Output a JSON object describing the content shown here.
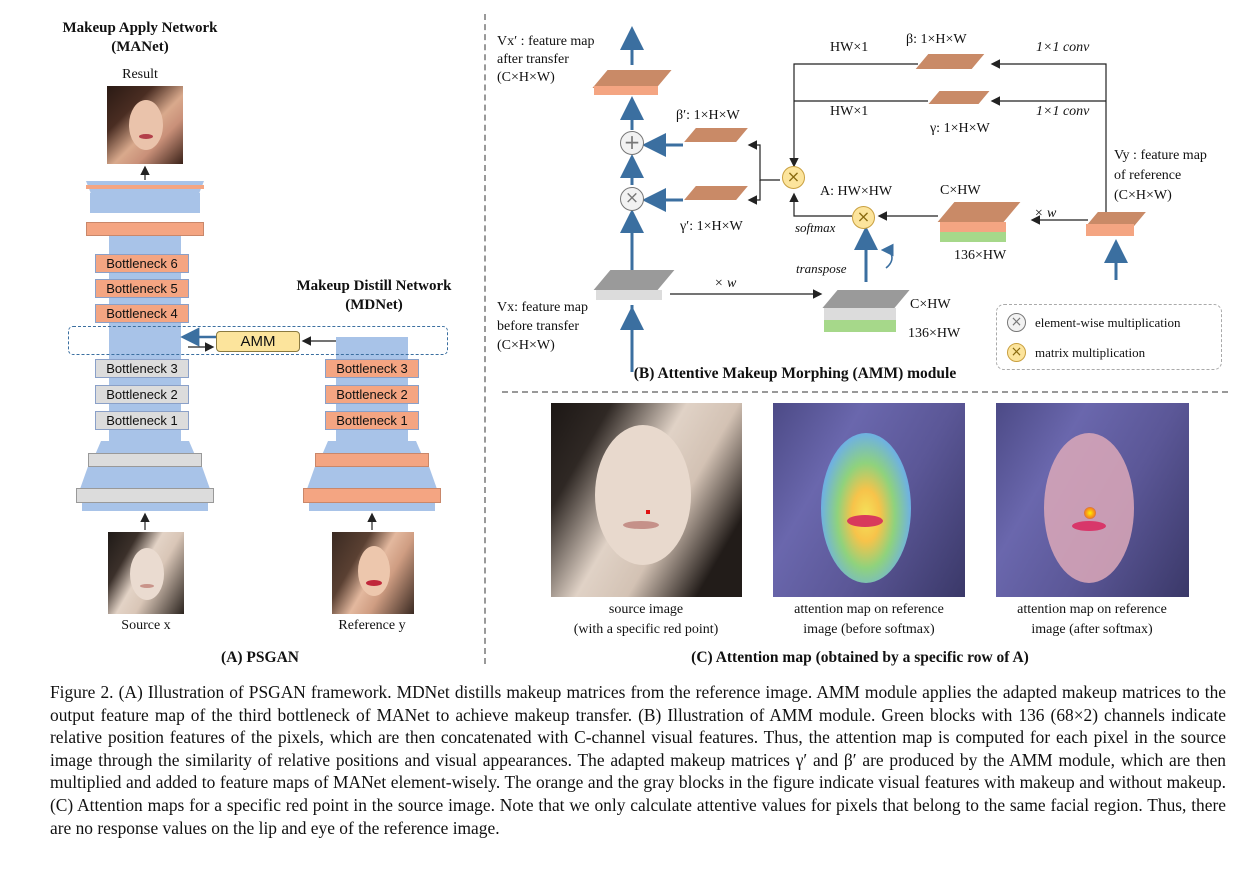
{
  "panelA": {
    "title_line1": "Makeup Apply Network",
    "title_line2": "(MANet)",
    "result_label": "Result",
    "bottlenecks_manet": [
      "Bottleneck 6",
      "Bottleneck 5",
      "Bottleneck 4",
      "Bottleneck 3",
      "Bottleneck 2",
      "Bottleneck 1"
    ],
    "mdnet_title_line1": "Makeup Distill Network",
    "mdnet_title_line2": "(MDNet)",
    "bottlenecks_mdnet": [
      "Bottleneck 3",
      "Bottleneck 2",
      "Bottleneck 1"
    ],
    "amm_label": "AMM",
    "source_label": "Source x",
    "reference_label": "Reference y",
    "panel_label": "(A) PSGAN"
  },
  "panelB": {
    "vx_prime": [
      "Vx′ : feature map",
      "after transfer",
      "(C×H×W)"
    ],
    "beta_top": "β: 1×H×W",
    "hw1_top": "HW×1",
    "conv_top": "1×1 conv",
    "hw1_mid": "HW×1",
    "conv_mid": "1×1 conv",
    "gamma_mid": "γ: 1×H×W",
    "beta_prime": "β′: 1×H×W",
    "gamma_prime": "γ′: 1×H×W",
    "vy": [
      "Vy : feature map",
      "of reference",
      "(C×H×W)"
    ],
    "a_label": "A: HW×HW",
    "softmax": "softmax",
    "chw_top": "C×HW",
    "hw136_top": "136×HW",
    "xw_right": "× w",
    "transpose": "transpose",
    "xw_left": "× w",
    "chw_bottom": "C×HW",
    "hw136_bottom": "136×HW",
    "vx": [
      "Vx: feature map",
      "before transfer",
      "(C×H×W)"
    ],
    "legend_elem": "element-wise multiplication",
    "legend_mat": "matrix multiplication",
    "panel_label": "(B) Attentive Makeup Morphing (AMM) module"
  },
  "panelC": {
    "img1_caption": [
      "source image",
      "(with a specific red point)"
    ],
    "img2_caption": [
      "attention map on reference",
      "image (before softmax)"
    ],
    "img3_caption": [
      "attention map on reference",
      "image (after softmax)"
    ],
    "panel_label": "(C) Attention map (obtained by a specific row of A)"
  },
  "caption": "Figure 2. (A) Illustration of PSGAN framework. MDNet distills makeup matrices from the reference image. AMM module applies the adapted makeup matrices to the output feature map of the third bottleneck of MANet to achieve makeup transfer. (B) Illustration of AMM module. Green blocks with 136 (68×2) channels indicate relative position features of the pixels, which are then concatenated with C-channel visual features. Thus, the attention map is computed for each pixel in the source image through the similarity of relative positions and visual appearances. The adapted makeup matrices γ′ and β′ are produced by the AMM module, which are then multiplied and added to feature maps of MANet element-wisely. The orange and the gray blocks in the figure indicate visual features with makeup and without makeup. (C) Attention maps for a specific red point in the source image. Note that we only calculate attentive values for pixels that belong to the same facial region. Thus, there are no response values on the lip and eye of the reference image.",
  "colors": {
    "orange": "#f4a582",
    "blue": "#a8c3e8",
    "gray": "#dcdcdc",
    "green": "#a6d88a",
    "arrow": "#3b6fa0"
  }
}
